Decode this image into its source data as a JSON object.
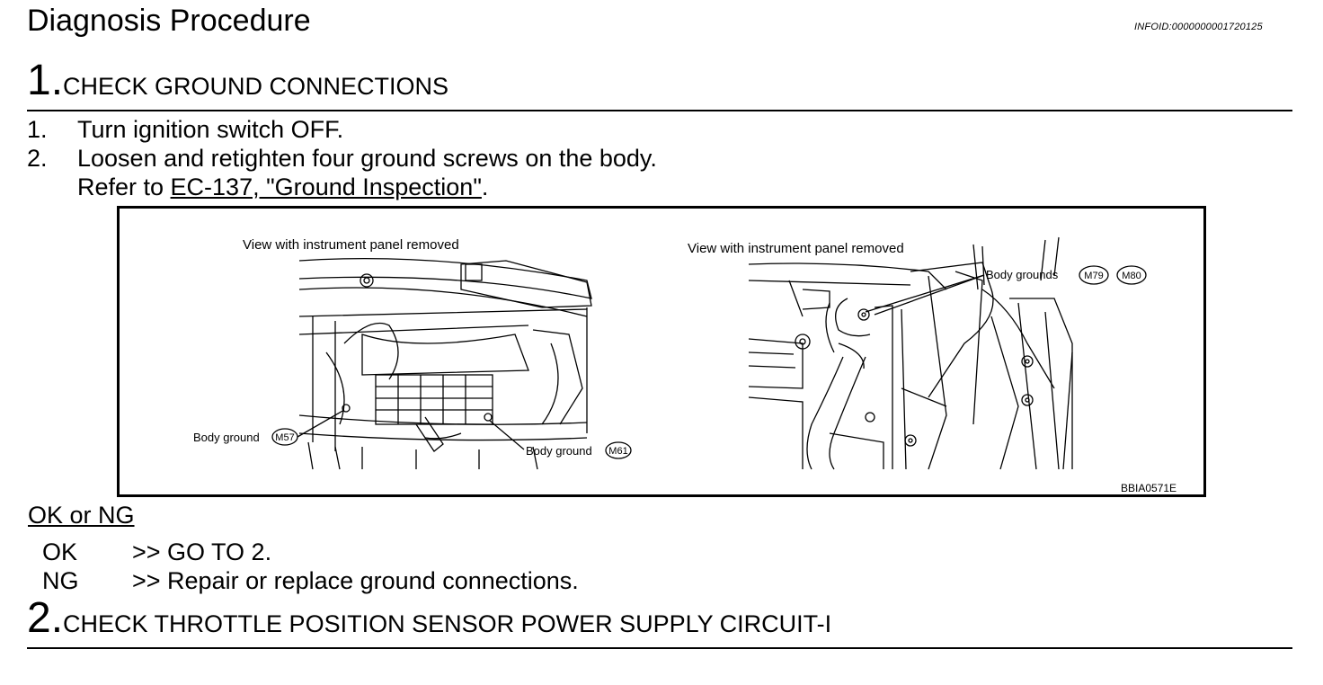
{
  "header": {
    "title": "Diagnosis Procedure",
    "info_id": "INFOID:0000000001720125"
  },
  "step1": {
    "number": "1.",
    "heading": "CHECK GROUND CONNECTIONS",
    "items": [
      {
        "num": "1.",
        "text": "Turn ignition switch OFF."
      },
      {
        "num": "2.",
        "text": "Loosen and retighten four ground screws on the body."
      }
    ],
    "refer_prefix": "Refer to ",
    "refer_link": "EC-137, \"Ground Inspection\"",
    "refer_suffix": "."
  },
  "figure": {
    "left_caption": "View with instrument panel removed",
    "right_caption": "View with instrument panel removed",
    "label_m57_text": "Body ground",
    "label_m57_code": "M57",
    "label_m61_text": "Body ground",
    "label_m61_code": "M61",
    "label_m79_m80_text": "Body grounds",
    "label_m79_code": "M79",
    "label_m80_code": "M80",
    "figure_code": "BBIA0571E"
  },
  "result": {
    "label": "OK or NG",
    "ok_key": "OK",
    "ok_text": ">> GO TO 2.",
    "ng_key": "NG",
    "ng_text": ">> Repair or replace ground connections."
  },
  "step2": {
    "number": "2.",
    "heading": "CHECK THROTTLE POSITION SENSOR POWER SUPPLY CIRCUIT-I"
  }
}
